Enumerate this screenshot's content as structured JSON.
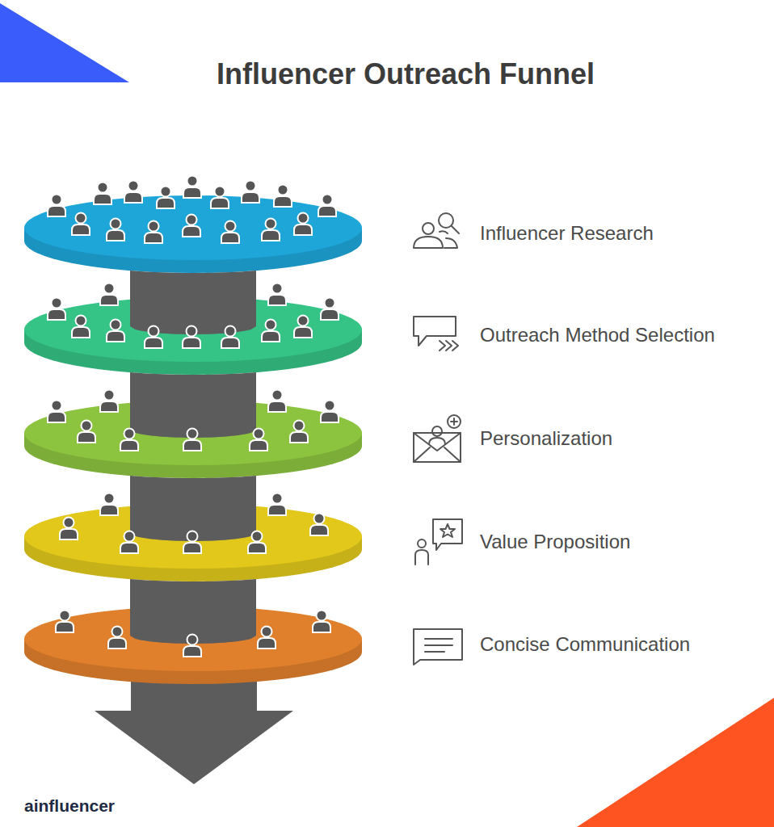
{
  "diagram": {
    "title": "Influencer Outreach Funnel",
    "nodes": [
      {
        "text": [
          "Influencer Research"
        ]
      },
      {
        "text": [
          "Outreach Method Selection"
        ]
      },
      {
        "text": [
          "Personalization"
        ]
      },
      {
        "text": [
          "Value Proposition"
        ]
      },
      {
        "text": [
          "Concise Communication"
        ]
      }
    ],
    "edges": [
      {
        "from": 0,
        "to": 1,
        "arrow": "none"
      },
      {
        "from": 1,
        "to": 2,
        "arrow": "none"
      },
      {
        "from": 2,
        "to": 3,
        "arrow": "none"
      },
      {
        "from": 3,
        "to": 4,
        "arrow": "none"
      }
    ],
    "labels": [
      "ainfluencer"
    ]
  }
}
